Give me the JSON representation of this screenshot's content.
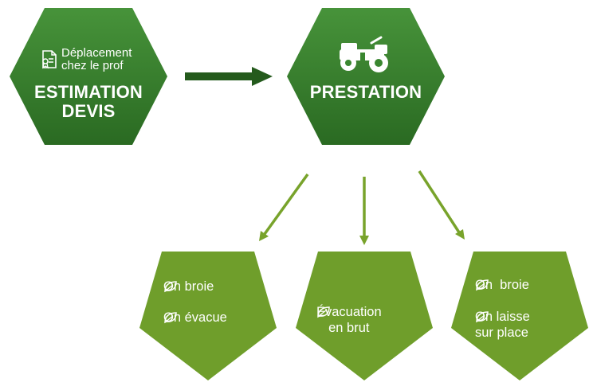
{
  "estimation": {
    "icon": "document-certificate-icon",
    "subtitle_line1": "Déplacement",
    "subtitle_line2": "chez le prof",
    "title_line1": "ESTIMATION",
    "title_line2": "DEVIS"
  },
  "prestation": {
    "icon": "tractor-icon",
    "title": "PRESTATION"
  },
  "options": [
    {
      "line1": "On broie",
      "line2": "On évacue"
    },
    {
      "line1": "Évacuation",
      "line2": "en brut"
    },
    {
      "line1": "On  broie",
      "line2a": "On laisse",
      "line2b": "sur place"
    }
  ],
  "colors": {
    "hex_top": "#3f8d2f",
    "hex_bottom": "#2a6b22",
    "pentagon": "#6f9e2b",
    "main_arrow": "#245a1c",
    "branch_arrow": "#78a32b"
  }
}
